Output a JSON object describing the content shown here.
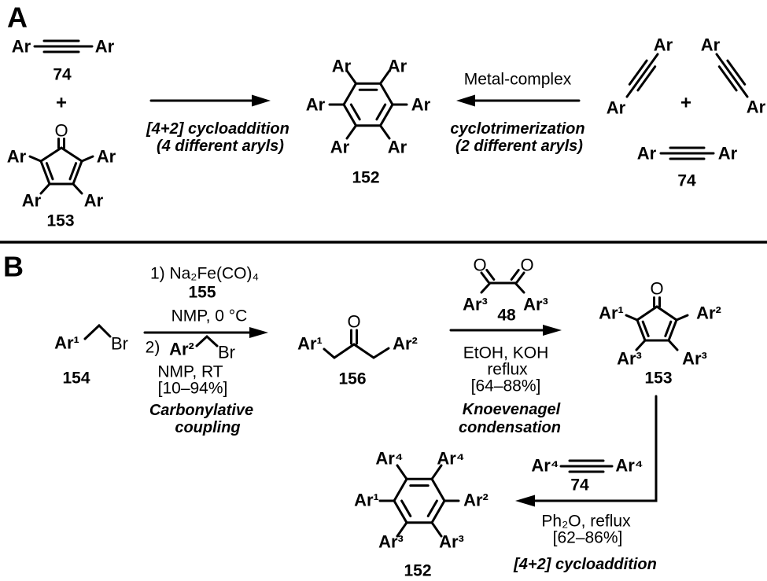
{
  "figure": {
    "colors": {
      "ink": "#000000",
      "background": "#ffffff",
      "ar1_blue": "#2233cc",
      "ar2_red": "#b01116",
      "ar3_green": "#177c17",
      "ar4_maroon": "#7e1a10"
    },
    "panel_a": {
      "label": "A",
      "alkyne_74": {
        "ar_left": "Ar",
        "ar_right": "Ar",
        "id": "74"
      },
      "plus": "+",
      "dienone_153": {
        "oxygen": "O",
        "ar_upper_left": "Ar",
        "ar_upper_right": "Ar",
        "ar_lower_left": "Ar",
        "ar_lower_right": "Ar",
        "id": "153"
      },
      "cycloaddition_arrow": {
        "caption_line1": "[4+2] cycloaddition",
        "caption_line2": "(4 different aryls)"
      },
      "product_152": {
        "ar_top_left": "Ar",
        "ar_top_right": "Ar",
        "ar_left": "Ar",
        "ar_right": "Ar",
        "ar_bottom_left": "Ar",
        "ar_bottom_right": "Ar",
        "id": "152"
      },
      "trimerization_arrow": {
        "label_above": "Metal-complex",
        "caption_line1": "cyclotrimerization",
        "caption_line2": "(2 different aryls)"
      },
      "alkyne_trio": {
        "left_ar_top": "Ar",
        "left_ar_bottom": "Ar",
        "plus": "+",
        "right_ar_top": "Ar",
        "right_ar_bottom": "Ar",
        "bottom_ar_left": "Ar",
        "bottom_ar_right": "Ar",
        "id": "74"
      }
    },
    "panel_b": {
      "label": "B",
      "bromide_154": {
        "ar1": "Ar¹",
        "br": "Br",
        "id": "154"
      },
      "carbonylation_arrow": {
        "above_line1": "1) Na₂Fe(CO)₄",
        "above_line2": "155",
        "above_line3": "NMP, 0 °C",
        "below_step": "2)",
        "below_ar2": "Ar²",
        "below_br": "Br",
        "below_line2": "NMP, RT",
        "below_line3": "[10–94%]",
        "caption_line1": "Carbonylative",
        "caption_line2": "coupling"
      },
      "ketone_156": {
        "ar1": "Ar¹",
        "oxygen": "O",
        "ar2": "Ar²",
        "id": "156"
      },
      "knoevenagel_arrow": {
        "diketone_48": {
          "oxygen_left": "O",
          "oxygen_right": "O",
          "ar3_left": "Ar³",
          "ar3_right": "Ar³",
          "id": "48"
        },
        "below_line1": "EtOH, KOH",
        "below_line2": "reflux",
        "below_line3": "[64–88%]",
        "caption_line1": "Knoevenagel",
        "caption_line2": "condensation"
      },
      "dienone_153": {
        "oxygen": "O",
        "ar1": "Ar¹",
        "ar2": "Ar²",
        "ar3_left": "Ar³",
        "ar3_right": "Ar³",
        "id": "153"
      },
      "cycloaddition_arrow": {
        "alkyne_74": {
          "ar4_left": "Ar⁴",
          "ar4_right": "Ar⁴",
          "id": "74"
        },
        "below_line1": "Ph₂O, reflux",
        "below_line2": "[62–86%]",
        "caption": "[4+2] cycloaddition"
      },
      "product_152": {
        "ar4_top_left": "Ar⁴",
        "ar4_top_right": "Ar⁴",
        "ar1": "Ar¹",
        "ar2": "Ar²",
        "ar3_bottom_left": "Ar³",
        "ar3_bottom_right": "Ar³",
        "id": "152"
      }
    }
  }
}
